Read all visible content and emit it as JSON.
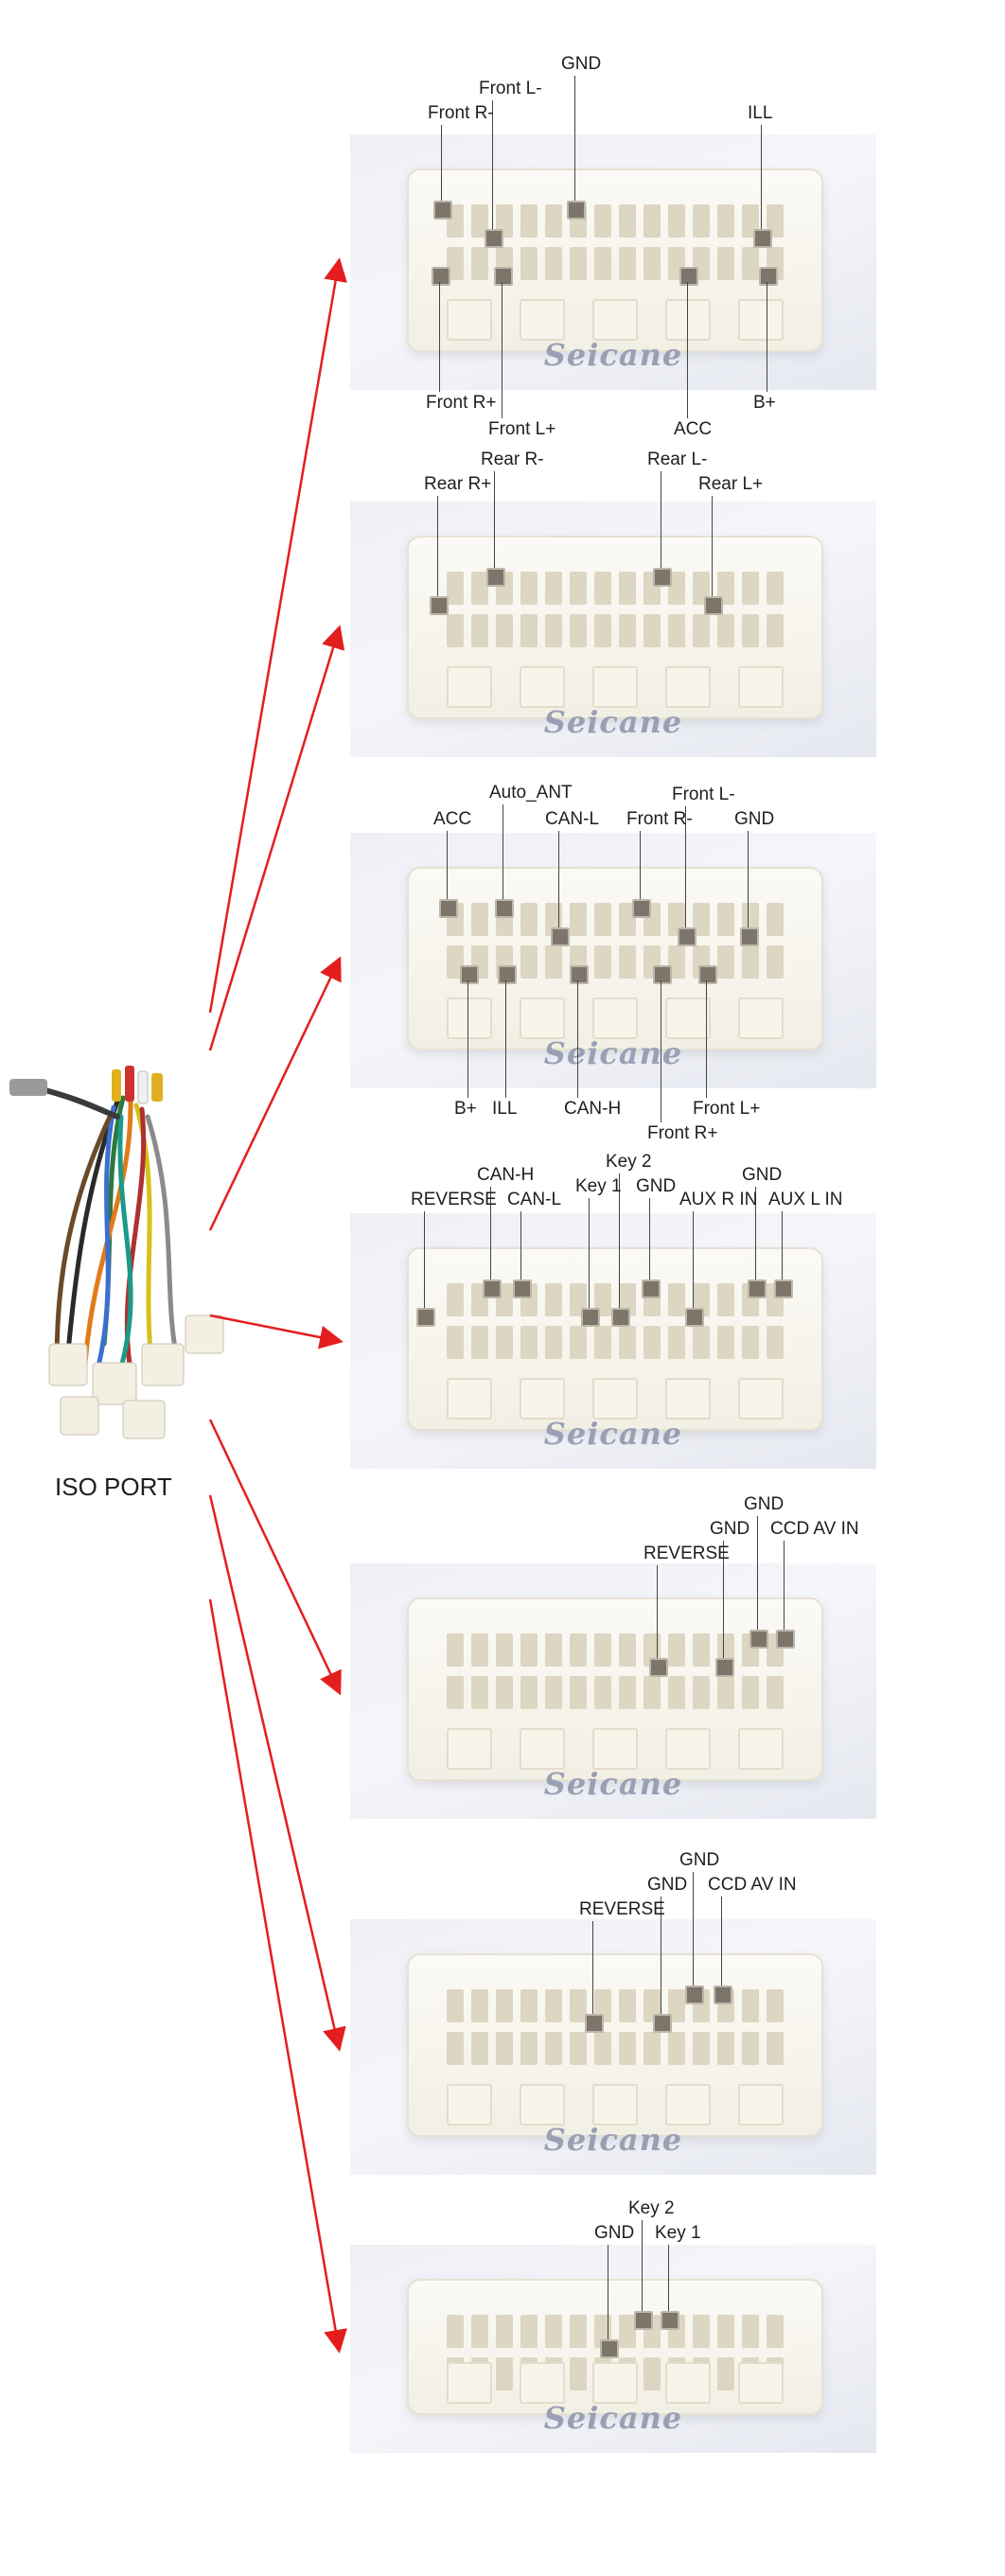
{
  "harness_label": "ISO PORT",
  "brand": "Seicane",
  "arrow_color": "#e41e1e",
  "panels": [
    {
      "labels": [
        "GND",
        "Front L-",
        "Front R-",
        "ILL",
        "Front R+",
        "Front L+",
        "ACC",
        "B+"
      ]
    },
    {
      "labels": [
        "Rear R-",
        "Rear R+",
        "Rear L-",
        "Rear L+"
      ]
    },
    {
      "labels": [
        "Auto_ANT",
        "Front L-",
        "ACC",
        "CAN-L",
        "Front R-",
        "GND",
        "B+",
        "ILL",
        "CAN-H",
        "Front L+",
        "Front R+"
      ]
    },
    {
      "labels": [
        "CAN-H",
        "Key 2",
        "GND",
        "REVERSE",
        "CAN-L",
        "Key 1",
        "GND",
        "AUX R IN",
        "AUX L IN"
      ]
    },
    {
      "labels": [
        "GND",
        "GND",
        "CCD AV IN",
        "REVERSE"
      ]
    },
    {
      "labels": [
        "GND",
        "GND",
        "CCD AV IN",
        "REVERSE"
      ]
    },
    {
      "labels": [
        "Key 2",
        "GND",
        "Key 1"
      ]
    }
  ]
}
